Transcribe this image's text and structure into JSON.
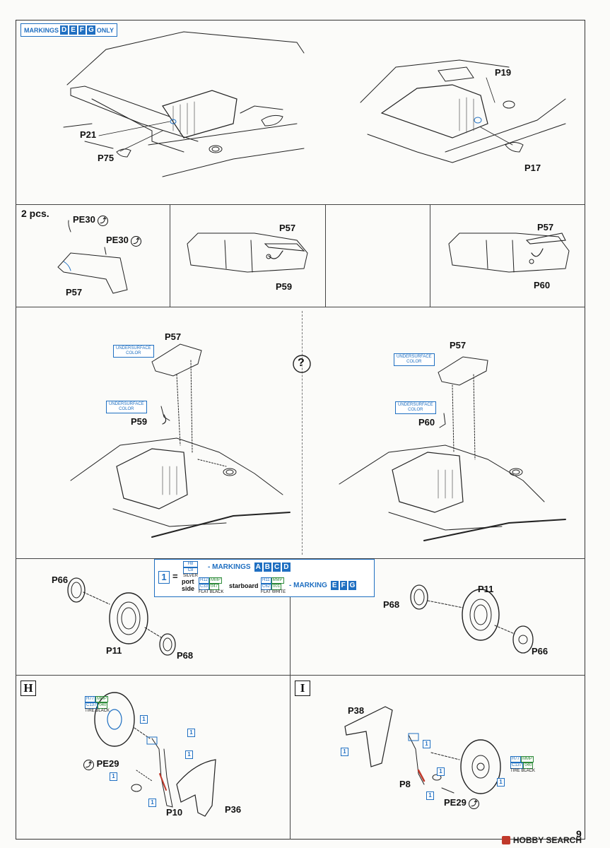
{
  "header": {
    "prefix": "MARKINGS",
    "letters": [
      "D",
      "E",
      "F",
      "G"
    ],
    "suffix": "ONLY"
  },
  "top_left_labels": {
    "p21": "P21",
    "p75": "P75"
  },
  "top_right_labels": {
    "p19": "P19",
    "p17": "P17"
  },
  "row2": {
    "qty": "2 pcs.",
    "pe30_a": "PE30",
    "pe30_b": "PE30",
    "p57_a": "P57",
    "p57_b": "P57",
    "p59": "P59",
    "p57_c": "P57",
    "p60": "P60"
  },
  "row3": {
    "left": {
      "p57": "P57",
      "p59": "P59",
      "color1": [
        "UNDERSURFACE",
        "COLOR"
      ],
      "color2": [
        "UNDERSURFACE",
        "COLOR"
      ]
    },
    "right": {
      "p57": "P57",
      "p60": "P60",
      "color1": [
        "UNDERSURFACE",
        "COLOR"
      ],
      "color2": [
        "UNDERSURFACE",
        "COLOR"
      ]
    },
    "question": "?"
  },
  "legend": {
    "num": "1",
    "eq": "=",
    "silver": {
      "h": "H8",
      "c": "C8",
      "name": "SILVER"
    },
    "markings_a": "- MARKINGS",
    "letters_a": [
      "A",
      "B",
      "C",
      "D"
    ],
    "port": "port",
    "side": "side",
    "black": {
      "h": "H12",
      "mmp": "MMP",
      "c": "C33",
      "n": "047",
      "name": "FLAT BLACK"
    },
    "starboard": "starboard",
    "white": {
      "h": "H11",
      "mmp": "MMP",
      "c": "C62",
      "n": "001",
      "name": "FLAT WHITE"
    },
    "marking_b": "- MARKING",
    "letters_b": [
      "E",
      "F",
      "G"
    ]
  },
  "row4": {
    "left": {
      "p66": "P66",
      "p11": "P11",
      "p68": "P68"
    },
    "right": {
      "p68": "P68",
      "p11": "P11",
      "p66": "P66"
    }
  },
  "row5": {
    "left": {
      "step": "H",
      "tire": {
        "h": "H77",
        "mmp": "MMP",
        "c": "C137",
        "n": "040",
        "name": "TIRE BLACK"
      },
      "pe29": "PE29",
      "p10": "P10",
      "p36": "P36",
      "one": "1"
    },
    "right": {
      "step": "I",
      "tire": {
        "h": "H77",
        "mmp": "MMP",
        "c": "C137",
        "n": "040",
        "name": "TIRE BLACK"
      },
      "p38": "P38",
      "p8": "P8",
      "pe29": "PE29",
      "one": "1"
    },
    "page_num": "9"
  },
  "watermark": "HOBBY SEARCH"
}
